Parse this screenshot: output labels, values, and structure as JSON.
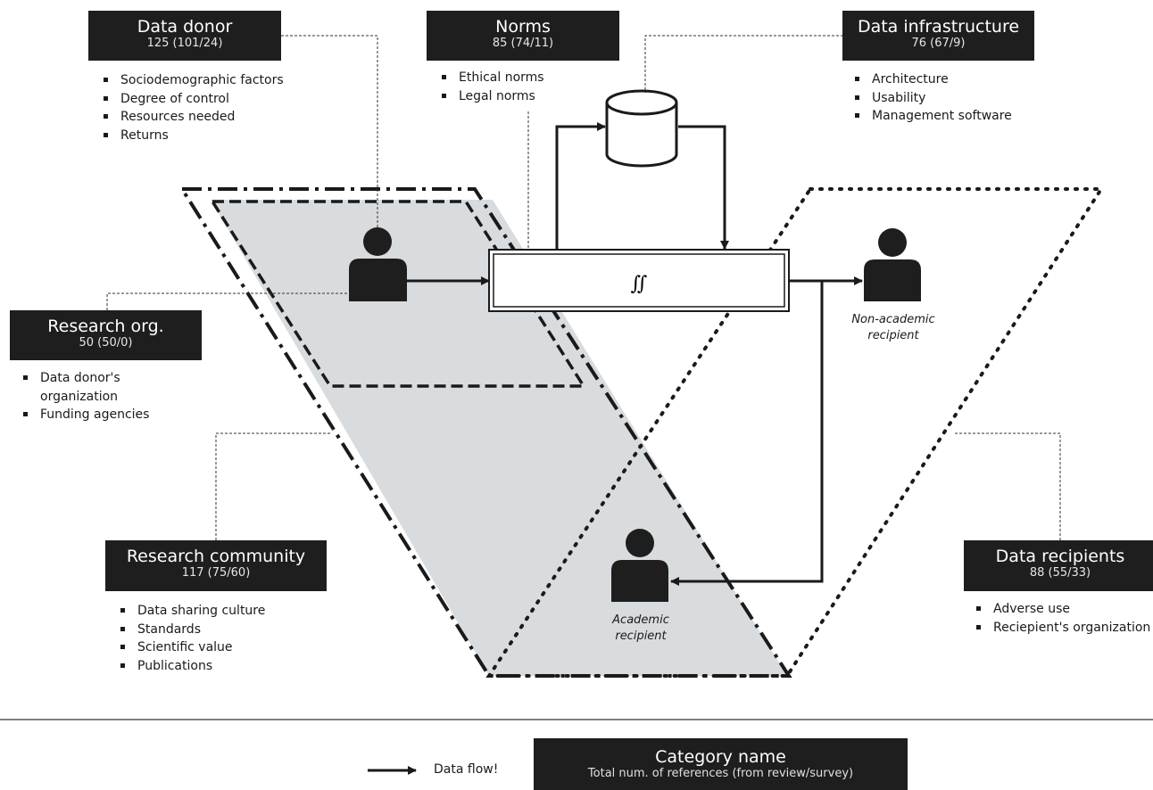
{
  "categories": {
    "data_donor": {
      "title": "Data donor",
      "count": "125 (101/24)",
      "items": [
        "Sociodemographic factors",
        "Degree of control",
        "Resources needed",
        "Returns"
      ]
    },
    "norms": {
      "title": "Norms",
      "count": "85 (74/11)",
      "items": [
        "Ethical norms",
        "Legal norms"
      ]
    },
    "data_infrastructure": {
      "title": "Data infrastructure",
      "count": "76 (67/9)",
      "items": [
        "Architecture",
        "Usability",
        "Management software"
      ]
    },
    "research_org": {
      "title": "Research org.",
      "count": "50 (50/0)",
      "items": [
        "Data donor's organization",
        "Funding agencies"
      ]
    },
    "research_community": {
      "title": "Research community",
      "count": "117 (75/60)",
      "items": [
        "Data sharing culture",
        "Standards",
        "Scientific value",
        "Publications"
      ]
    },
    "data_recipients": {
      "title": "Data recipients",
      "count": "88 (55/33)",
      "items": [
        "Adverse use",
        "Reciepient's organization"
      ]
    }
  },
  "diagram": {
    "pipe_symbol": "∬",
    "non_academic_label": "Non-academic recipient",
    "academic_label": "Academic recipient"
  },
  "legend": {
    "flow_label": "Data flow!",
    "box_title": "Category name",
    "box_subtitle": "Total num. of references (from review/survey)"
  },
  "colors": {
    "box_fill": "#1e1e1e",
    "shade": "#d9dcdf",
    "line": "#1a1a1a"
  }
}
